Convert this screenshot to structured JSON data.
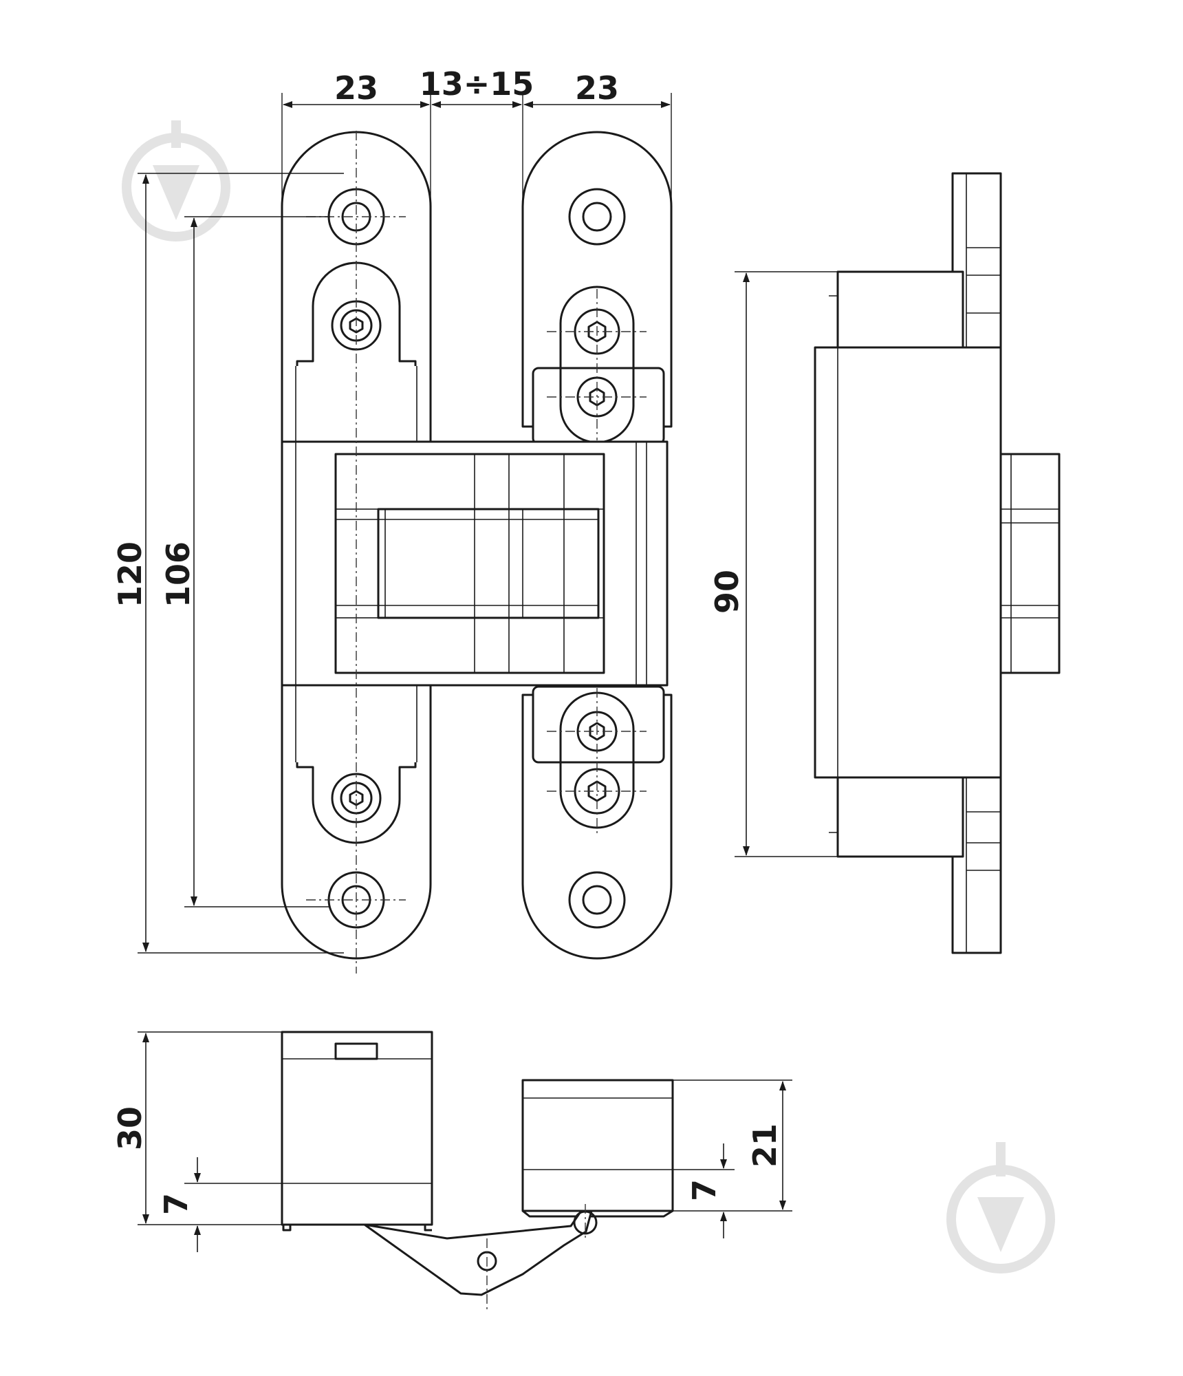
{
  "dimensions": {
    "top_left_width": "23",
    "top_gap": "13÷15",
    "top_right_width": "23",
    "overall_height": "120",
    "hole_spacing": "106",
    "side_body_height": "90",
    "bottom_depth": "30",
    "bottom_left_offset": "7",
    "bottom_right_depth": "21",
    "bottom_right_offset": "7"
  },
  "watermarks": [
    {
      "icon": "droplet-logo-icon"
    },
    {
      "icon": "droplet-logo-icon"
    }
  ]
}
